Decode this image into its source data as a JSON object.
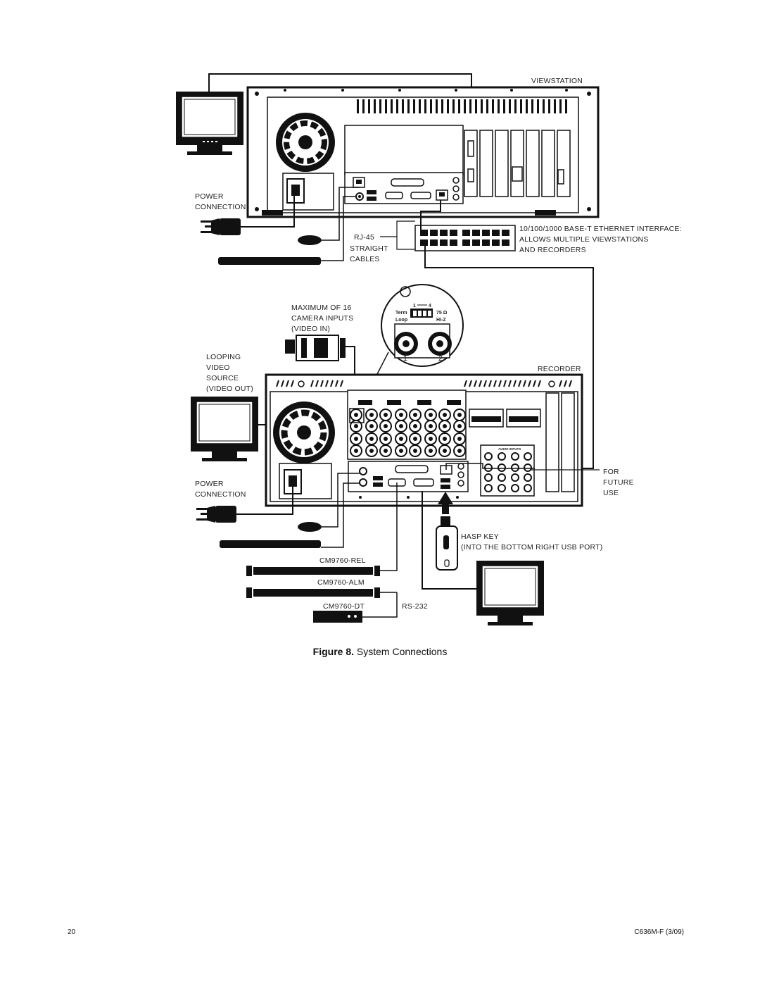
{
  "labels": {
    "viewstation": "VIEWSTATION",
    "power_connection_top": [
      "POWER",
      "CONNECTION"
    ],
    "rj45": [
      "RJ-45",
      "STRAIGHT",
      "CABLES"
    ],
    "ethernet": [
      "10/100/1000 BASE-T ETHERNET INTERFACE:",
      "ALLOWS MULTIPLE VIEWSTATIONS",
      "AND RECORDERS"
    ],
    "camera_inputs": [
      "MAXIMUM OF 16",
      "CAMERA INPUTS",
      "(VIDEO IN)"
    ],
    "looping": [
      "LOOPING",
      "VIDEO",
      "SOURCE",
      "(VIDEO OUT)"
    ],
    "recorder": "RECORDER",
    "power_connection_bottom": [
      "POWER",
      "CONNECTION"
    ],
    "future_use": [
      "FOR",
      "FUTURE",
      "USE"
    ],
    "hasp_key": [
      "HASP KEY",
      "(INTO THE BOTTOM RIGHT USB PORT)"
    ],
    "cm9760_rel": "CM9760-REL",
    "cm9760_alm": "CM9760-ALM",
    "cm9760_dt": "CM9760-DT",
    "rs232": "RS-232",
    "termination": {
      "term": "Term",
      "loop": "Loop",
      "range_start": "1",
      "range_end": "4",
      "ohm": "75 Ω",
      "hiz": "HI-Z",
      "port1": "1",
      "port2": "2"
    },
    "audio_inputs": "AUDIO INPUTS"
  },
  "caption": {
    "prefix": "Figure 8.",
    "text": "System Connections"
  },
  "footer": {
    "page_number": "20",
    "doc_code": "C636M-F (3/09)"
  }
}
